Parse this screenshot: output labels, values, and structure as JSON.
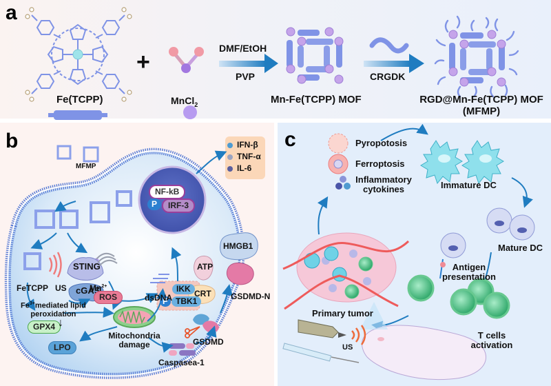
{
  "figure": {
    "panels": {
      "a": {
        "letter": "a",
        "fe_tcpp_label": "Fe(TCPP)",
        "plus": "+",
        "mncl2_label": "MnCl",
        "mncl2_subscript": "2",
        "step1_top": "DMF/EtOH",
        "step1_bottom": "PVP",
        "mof_label": "Mn-Fe(TCPP) MOF",
        "step2_bottom": "CRGDK",
        "product_label_line1": "RGD@Mn-Fe(TCPP) MOF",
        "product_label_line2": "(MFMP)"
      },
      "b": {
        "letter": "b",
        "mfmp_label": "MFMP",
        "cytokines": [
          "IFN-β",
          "TNF-α",
          "IL-6"
        ],
        "cytokine_colors": [
          "#4f9bd0",
          "#9aa3c0",
          "#5b5f9e"
        ],
        "nfkb": "NF-kB",
        "p": "P",
        "irf3": "IRF-3",
        "sting": "STING",
        "cgas": "cGAS",
        "ikk": "IKK",
        "tbk1": "TBK1",
        "atp": "ATP",
        "crt": "CRT",
        "hmgb1": "HMGB1",
        "gsdmd_n": "GSDMD-N",
        "fetcpp": "FeTCPP",
        "us": "US",
        "mn2": "Mn",
        "mn2_sup": "2+",
        "ros": "ROS",
        "fe3_line1_prefix": "Fe",
        "fe3_sup": "3+",
        "fe3_line1_suffix": "mediated lipid",
        "fe3_line2": "peroxidation",
        "gpx4": "GPX4",
        "down_arrow": "↓",
        "lpo": "LPO",
        "mito_line1": "Mitochondria",
        "mito_line2": "damage",
        "dsdna": "dsDNA",
        "gsdmd": "GSDMD",
        "caspase": "Caspasea-1"
      },
      "c": {
        "letter": "c",
        "pyroptosis": "Pyropotosis",
        "ferroptosis": "Ferroptosis",
        "inflam_line1": "Inflammatory",
        "inflam_line2": "cytokines",
        "immature_dc": "Immature DC",
        "mature_dc": "Mature DC",
        "antigen_line1": "Antigen",
        "antigen_line2": "presentation",
        "primary_tumor": "Primary tumor",
        "us": "US",
        "tcells_line1": "T cells",
        "tcells_line2": "activation"
      }
    },
    "colors": {
      "mof_blue": "#7f93e6",
      "node_purple": "#b58ee0",
      "arrow_blue": "#1f7cc0",
      "membrane": "#5c7fd6",
      "cell_fill": "#cfe3f6",
      "ros_pink": "#e97a95",
      "gpx4_green": "#7bc77b",
      "lpo_blue": "#5aa2d8",
      "tcell_green": "#54c08a",
      "dc_cyan": "#7fd6e6"
    }
  }
}
